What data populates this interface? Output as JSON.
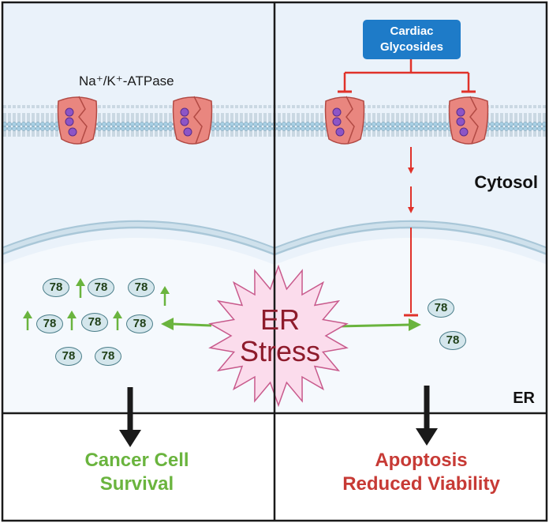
{
  "labels": {
    "pump": "Na⁺/K⁺-ATPase",
    "drug_line1": "Cardiac",
    "drug_line2": "Glycosides",
    "cytosol": "Cytosol",
    "er": "ER",
    "er_stress_line1": "ER",
    "er_stress_line2": "Stress",
    "grp_marker": "78"
  },
  "outcomes": {
    "left_line1": "Cancer Cell",
    "left_line2": "Survival",
    "right_line1": "Apoptosis",
    "right_line2": "Reduced Viability"
  },
  "colors": {
    "panel_bg": "#eaf2fa",
    "membrane_head": "#a8cfe4",
    "pump_fill": "#e9867f",
    "pump_dot": "#8d55c6",
    "drug_box": "#1e7bc8",
    "inhibit_red": "#e0322a",
    "upregulate_green": "#6ab43e",
    "er_stress_fill": "#fbdcec",
    "er_stress_text": "#8e1b2c",
    "chaperone_fill": "#d4e6ec",
    "outcome_left": "#6ab43e",
    "outcome_right": "#c73a35"
  }
}
